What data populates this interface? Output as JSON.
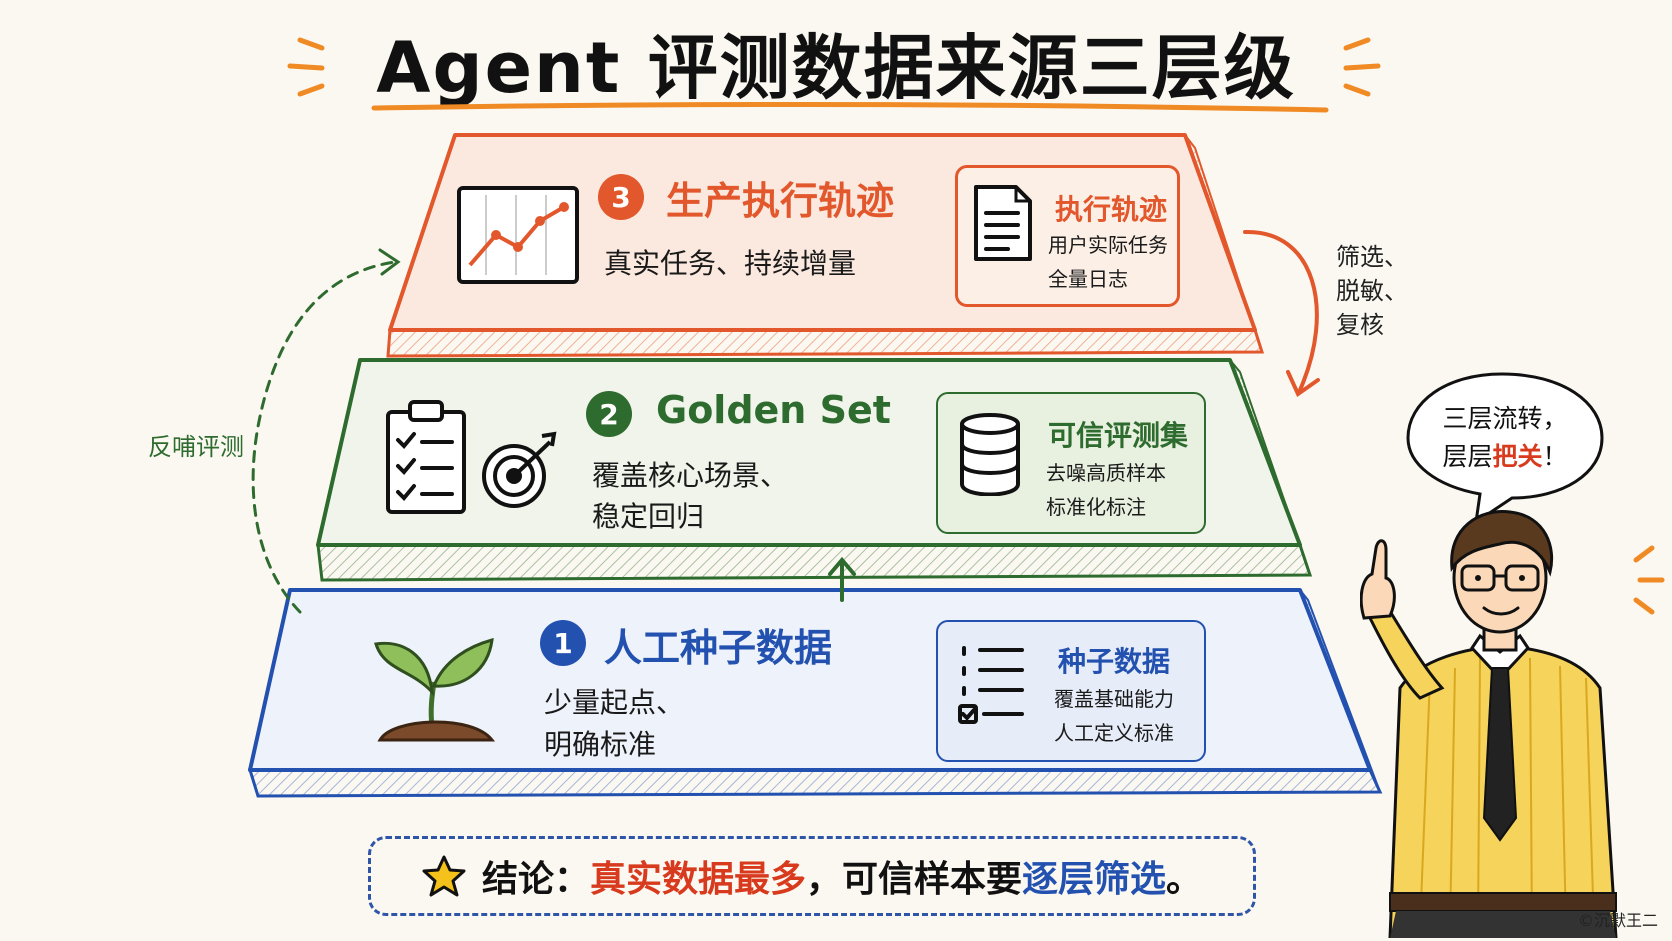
{
  "title": "Agent 评测数据来源三层级",
  "tiers": [
    {
      "number": "3",
      "title": "生产执行轨迹",
      "desc_lines": [
        "真实任务、持续增量"
      ],
      "card": {
        "title": "执行轨迹",
        "lines": [
          "用户实际任务",
          "全量日志"
        ]
      },
      "color": "#e2572b"
    },
    {
      "number": "2",
      "title": "Golden Set",
      "desc_lines": [
        "覆盖核心场景、",
        "稳定回归"
      ],
      "card": {
        "title": "可信评测集",
        "lines": [
          "去噪高质样本",
          "标准化标注"
        ]
      },
      "color": "#2e6b2e"
    },
    {
      "number": "1",
      "title": "人工种子数据",
      "desc_lines": [
        "少量起点、",
        "明确标准"
      ],
      "card": {
        "title": "种子数据",
        "lines": [
          "覆盖基础能力",
          "人工定义标准"
        ]
      },
      "color": "#2351b0"
    }
  ],
  "side_notes": {
    "left": "反哺评测",
    "right": [
      "筛选、",
      "脱敏、",
      "复核"
    ]
  },
  "speech_bubble": {
    "line1": "三层流转，",
    "line2_prefix": "层层",
    "line2_highlight": "把关",
    "line2_suffix": "！"
  },
  "conclusion": {
    "prefix": "结论：",
    "highlight_red": "真实数据最多",
    "middle": "，可信样本要",
    "highlight_blue": "逐层筛选",
    "suffix": "。"
  },
  "copyright": "©沉默王二",
  "icons": {
    "tier3": "line-chart-icon",
    "tier3_card": "document-icon",
    "tier2": "clipboard-checklist-icon",
    "tier2_extra": "target-icon",
    "tier2_card": "database-icon",
    "tier1": "sprout-icon",
    "tier1_card": "checklist-icon",
    "conclusion": "star-icon"
  }
}
